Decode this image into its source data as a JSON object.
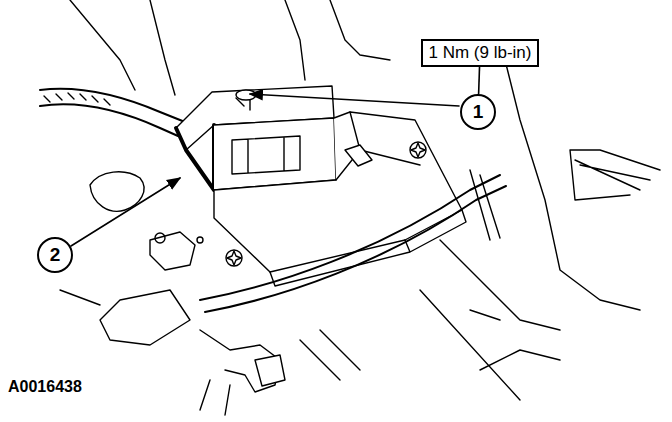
{
  "diagram": {
    "nodes": [
      {
        "text": [
          "1 Nm (9 lb-in)"
        ]
      },
      {
        "text": [
          "1"
        ]
      },
      {
        "text": [
          "2"
        ]
      }
    ],
    "edges": [
      {
        "from": 0,
        "to": 1,
        "arrow": "none"
      }
    ],
    "labels": [
      "A0016438"
    ]
  }
}
